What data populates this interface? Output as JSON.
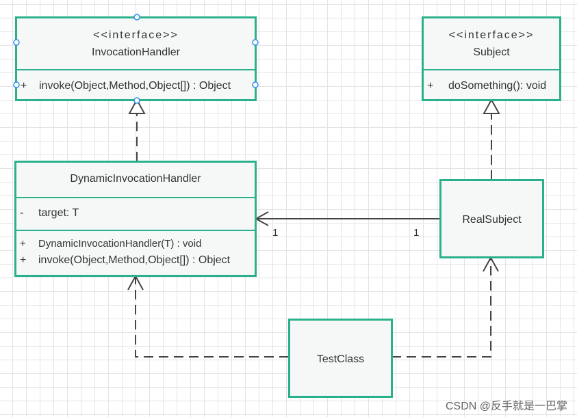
{
  "invocation_handler": {
    "stereotype": "<<interface>>",
    "name": "InvocationHandler",
    "methods": [
      {
        "visibility": "+",
        "text": "invoke(Object,Method,Object[]) : Object"
      }
    ]
  },
  "subject": {
    "stereotype": "<<interface>>",
    "name": "Subject",
    "methods": [
      {
        "visibility": "+",
        "text": "doSomething(): void"
      }
    ]
  },
  "dynamic_handler": {
    "name": "DynamicInvocationHandler",
    "fields": [
      {
        "visibility": "-",
        "text": "target: T"
      }
    ],
    "methods": [
      {
        "visibility": "+",
        "text": "DynamicInvocationHandler(T) : void"
      },
      {
        "visibility": "+",
        "text": "invoke(Object,Method,Object[]) : Object"
      }
    ]
  },
  "real_subject": {
    "name": "RealSubject"
  },
  "test_class": {
    "name": "TestClass"
  },
  "association": {
    "source_multiplicity": "1",
    "target_multiplicity": "1"
  },
  "watermark": "CSDN @反手就是一巴掌",
  "colors": {
    "box_border": "#2bb08c",
    "box_fill": "#f5f8f7",
    "connector": "#444444",
    "grid": "#e4e4e4",
    "handle": "#2f8ff0"
  }
}
